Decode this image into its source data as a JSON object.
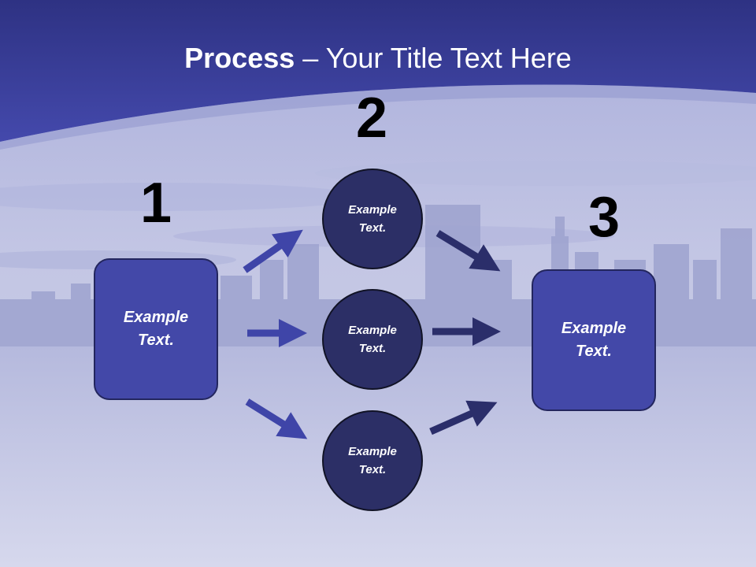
{
  "title": {
    "bold": "Process",
    "rest": " – Your Title Text Here"
  },
  "steps": {
    "one": "1",
    "two": "2",
    "three": "3"
  },
  "nodes": {
    "left_box": "Example\nText.",
    "circle_top": "Example\nText.",
    "circle_middle": "Example\nText.",
    "circle_bottom": "Example\nText.",
    "right_box": "Example\nText."
  },
  "colors": {
    "header": "#3c43a0",
    "box_fill": "#4348a8",
    "circle_fill": "#2c2f66",
    "arrow_left": "#3f45a8",
    "arrow_right": "#2b2e6a"
  }
}
